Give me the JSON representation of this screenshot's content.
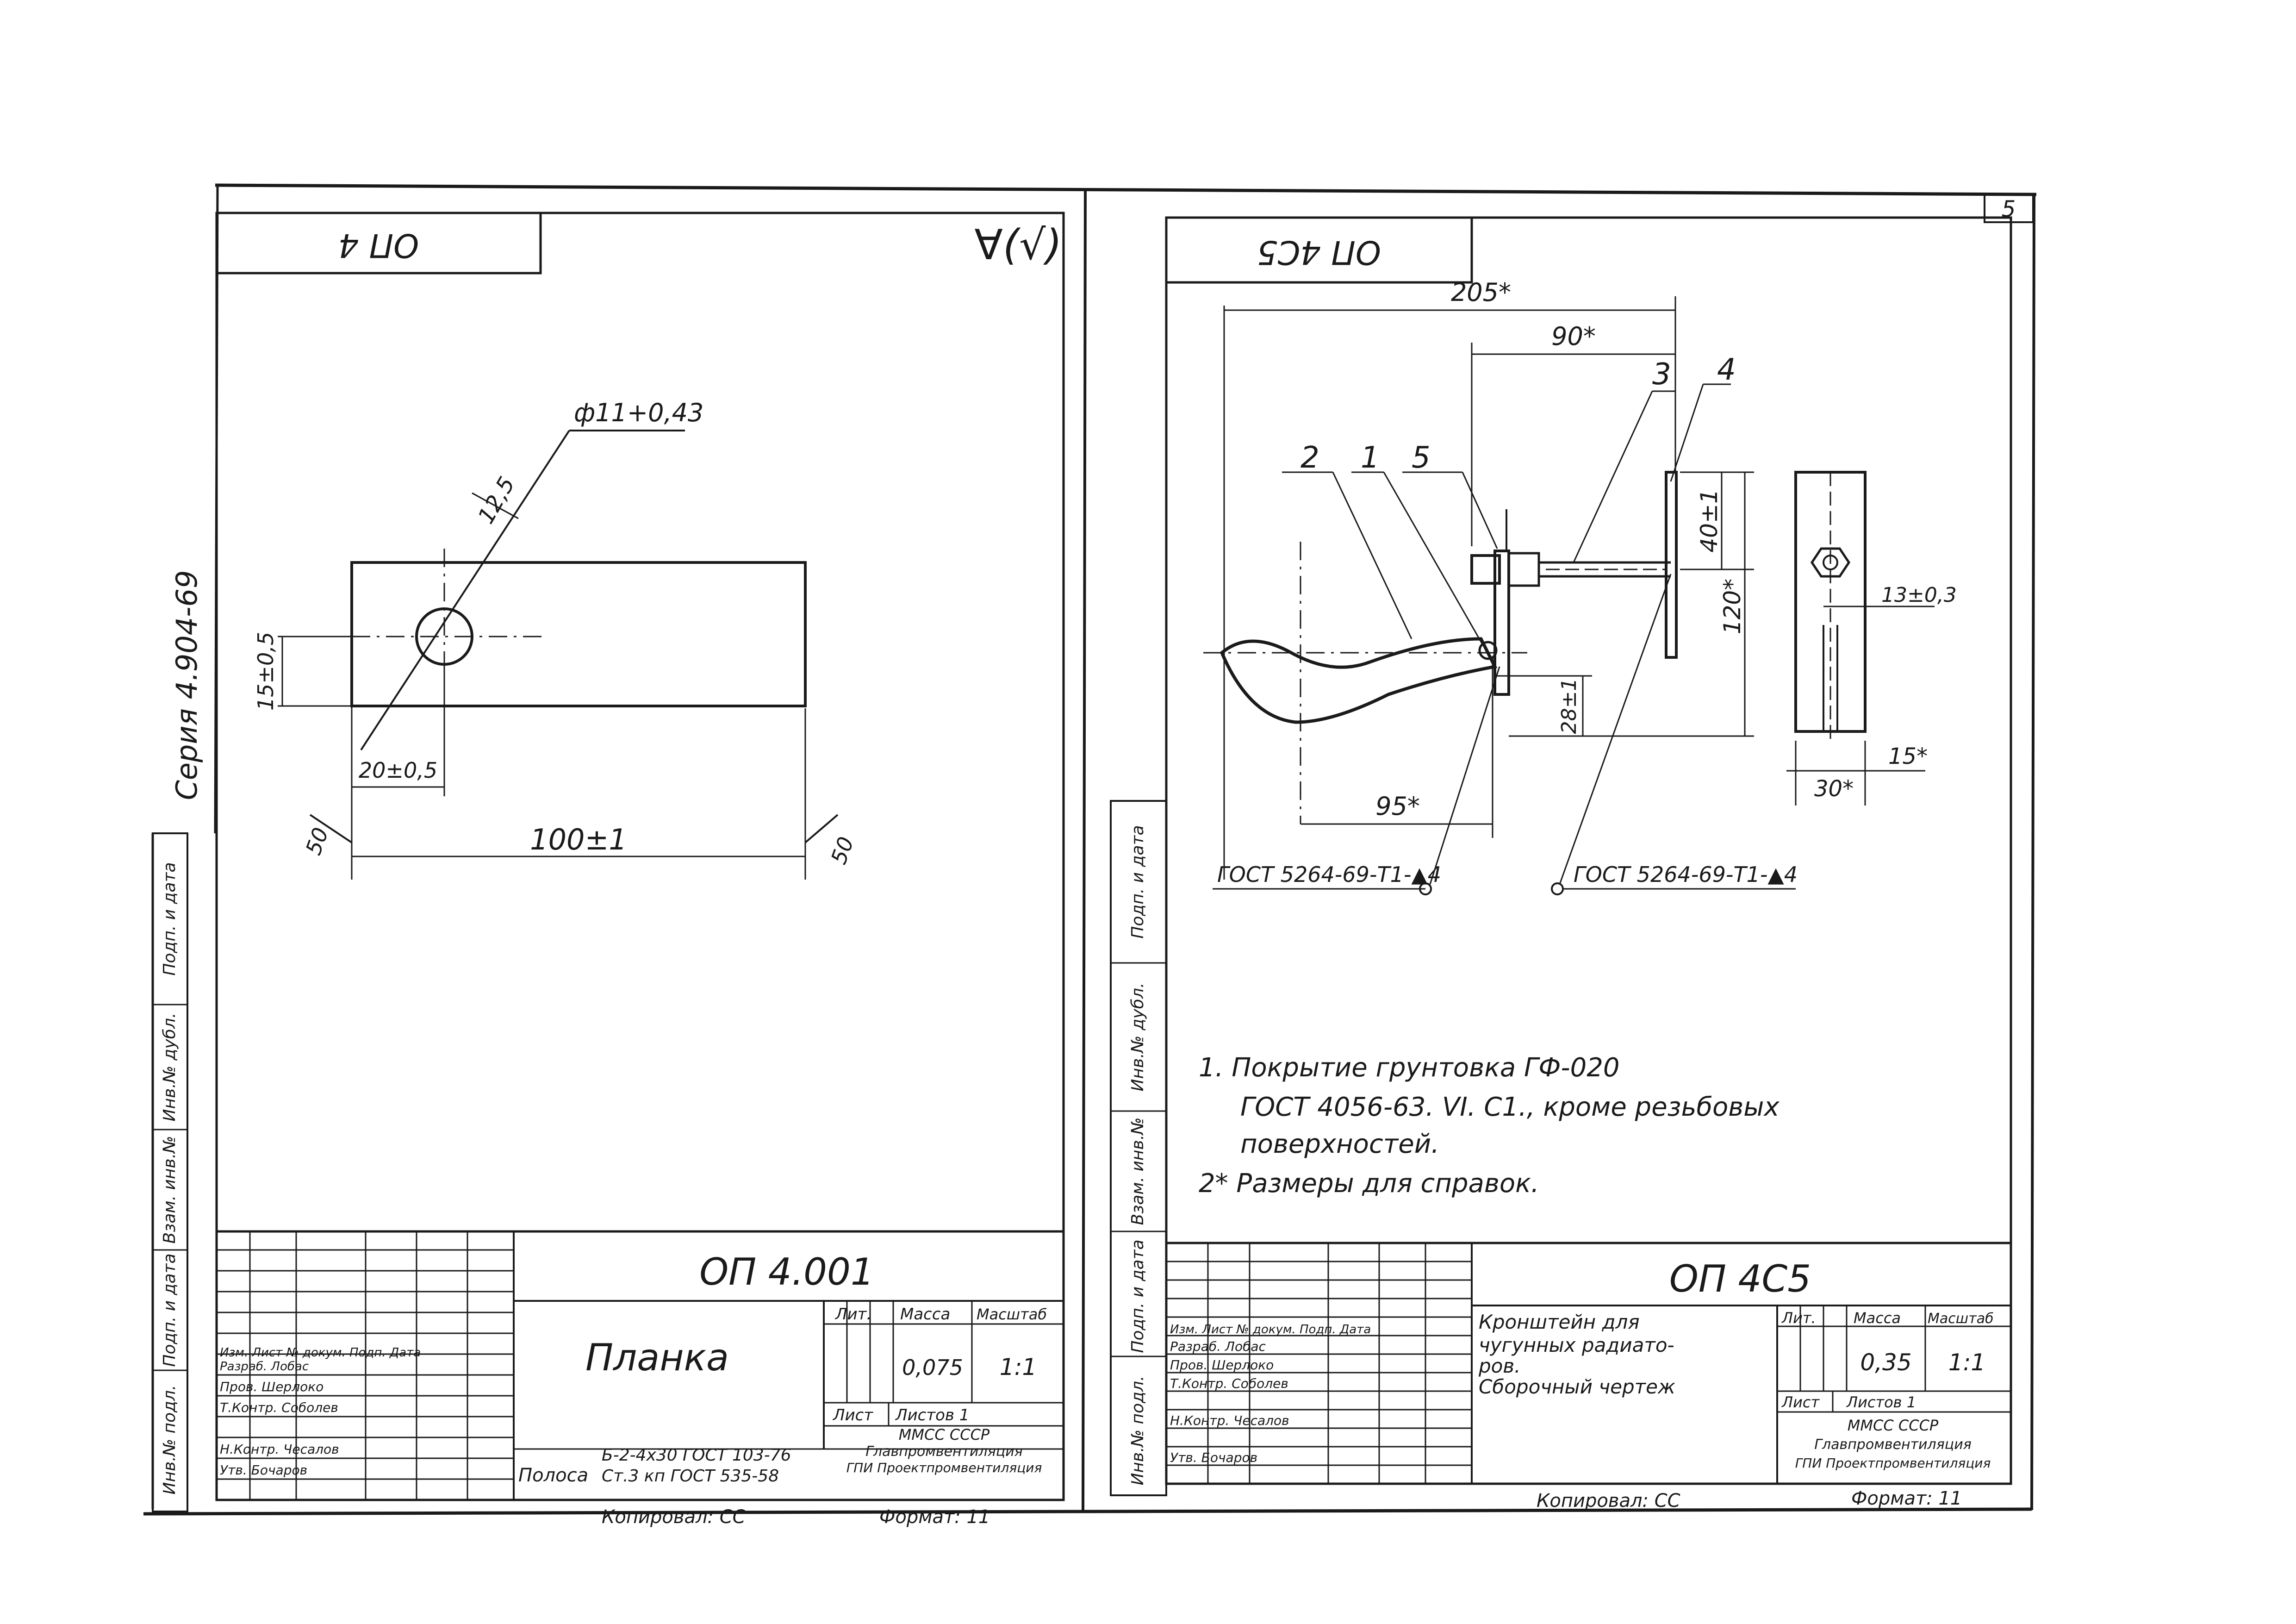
{
  "sheet_number": "5",
  "series_label": "Серия 4.904-69",
  "left_sheet": {
    "mirrored_code": "ОП 4",
    "roughness_mark": "∀(√)",
    "dims": {
      "hole": "ф11+0,43",
      "r": "12,5",
      "h": "15±0,5",
      "x": "20±0,5",
      "len": "100±1",
      "cut_left": "50",
      "cut_right": "50"
    },
    "stamp": {
      "designation": "ОП 4.001",
      "title": "Планка",
      "lit_header": "Лит.",
      "mass_header": "Масса",
      "scale_header": "Масштаб",
      "mass": "0,075",
      "scale": "1:1",
      "sheet": "Лист",
      "sheets": "Листов 1",
      "material_prefix": "Полоса",
      "material_line1": "Б-2-4х30 ГОСТ 103-76",
      "material_line2": "Ст.3 кп ГОСТ 535-58",
      "org_line1": "ММСС СССР",
      "org_line2": "Главпромвентиляция",
      "org_line3": "ГПИ Проектпромвентиляция",
      "copied": "Копировал: СС",
      "format": "Формат: 11",
      "signature_rows": [
        "Изм. Лист № докум. Подп. Дата",
        "Разраб. Лобас",
        "Пров. Шерлоко",
        "Т.Контр. Соболев",
        "Н.Контр. Чесалов",
        "Утв. Бочаров"
      ]
    }
  },
  "right_sheet": {
    "mirrored_code": "ОП 4С5",
    "dims": {
      "d205": "205*",
      "d90": "90*",
      "d40": "40±1",
      "d120": "120*",
      "d28": "28±1",
      "d95": "95*",
      "d13": "13±0,3",
      "d15": "15*",
      "d30": "30*"
    },
    "callouts": [
      "2",
      "1",
      "5",
      "3",
      "4"
    ],
    "weld1": "ГОСТ 5264-69-Т1-▲4",
    "weld2": "ГОСТ 5264-69-Т1-▲4",
    "notes": [
      "1. Покрытие грунтовка ГФ-020",
      "ГОСТ 4056-63. VI. С1., кроме резьбовых",
      "поверхностей.",
      "2* Размеры для справок."
    ],
    "stamp": {
      "designation": "ОП 4С5",
      "title_line1": "Кронштейн для",
      "title_line2": "чугунных радиато-",
      "title_line3": "ров.",
      "title_line4": "Сборочный чертеж",
      "lit_header": "Лит.",
      "mass_header": "Масса",
      "scale_header": "Масштаб",
      "mass": "0,35",
      "scale": "1:1",
      "sheet": "Лист",
      "sheets": "Листов 1",
      "org_line1": "ММСС СССР",
      "org_line2": "Главпромвентиляция",
      "org_line3": "ГПИ Проектпромвентиляция",
      "copied": "Копировал: СС",
      "format": "Формат: 11",
      "signature_rows": [
        "Изм. Лист № докум. Подп. Дата",
        "Разраб. Лобас",
        "Пров. Шерлоко",
        "Т.Контр. Соболев",
        "Н.Контр. Чесалов",
        "Утв. Бочаров"
      ]
    }
  },
  "side_labels": {
    "left": [
      "Инв.№ подл.",
      "Подп. и дата",
      "Взам. инв.№",
      "Инв.№ дубл.",
      "Подп. и дата"
    ],
    "right": [
      "Инв.№ подл.",
      "Подп. и дата",
      "Взам. инв.№",
      "Инв.№ дубл.",
      "Подп. и дата"
    ]
  }
}
